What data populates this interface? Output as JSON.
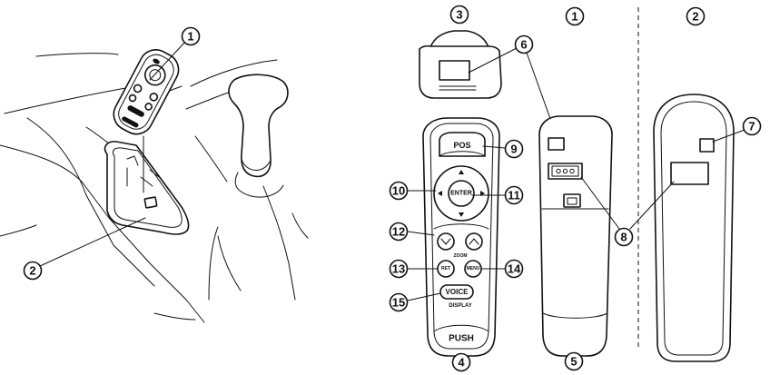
{
  "callouts": {
    "c1_car": "1",
    "c2_car": "2",
    "c3": "3",
    "c1_top": "1",
    "c2_top": "2",
    "c4": "4",
    "c5": "5",
    "c6": "6",
    "c7": "7",
    "c8": "8",
    "c9": "9",
    "c10": "10",
    "c11": "11",
    "c12": "12",
    "c13": "13",
    "c14": "14",
    "c15": "15"
  },
  "remote": {
    "pos": "POS",
    "enter": "ENTER",
    "zoom": "ZOOM",
    "ret": "RET",
    "menu": "MENU",
    "voice": "VOICE",
    "display": "DISPLAY",
    "push": "PUSH"
  },
  "colors": {
    "line": "#111111",
    "background": "#ffffff"
  }
}
